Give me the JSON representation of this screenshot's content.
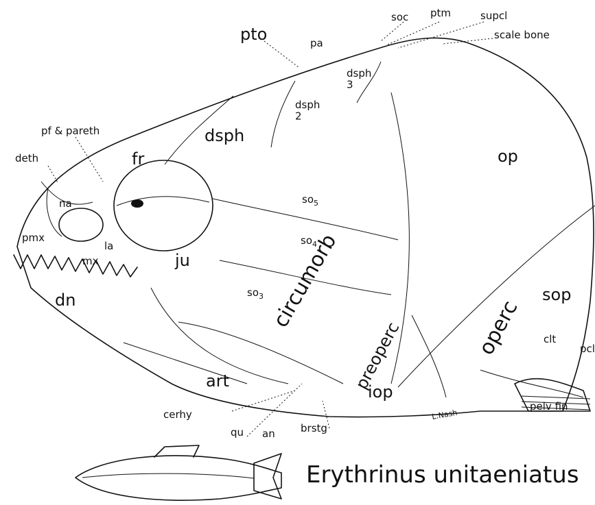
{
  "title": "Erythrinus unitaeniatus",
  "credit": "L.Nash",
  "labels": {
    "soc": "soc",
    "ptm": "ptm",
    "supcl": "supcl",
    "scale_bone": "scale bone",
    "pto": "pto",
    "pa": "pa",
    "dsph3": "dsph\n3",
    "dsph2": "dsph\n2",
    "dsph": "dsph",
    "op": "op",
    "pf_pareth": "pf & pareth",
    "deth": "deth",
    "fr": "fr",
    "na": "na",
    "so5": "so5",
    "so4": "so4",
    "so3": "so3",
    "pmx": "pmx",
    "la": "la",
    "mx": "mx",
    "ju": "ju",
    "circumorb": "circumorb",
    "operc": "operc",
    "sop": "sop",
    "dn": "dn",
    "clt": "clt",
    "pcl": "pcl",
    "preoperc": "preoperc",
    "art": "art",
    "iop": "iop",
    "pelv_fin": "pelv fin",
    "cerhy": "cerhy",
    "qu": "qu",
    "an": "an",
    "brstg": "brstg"
  }
}
